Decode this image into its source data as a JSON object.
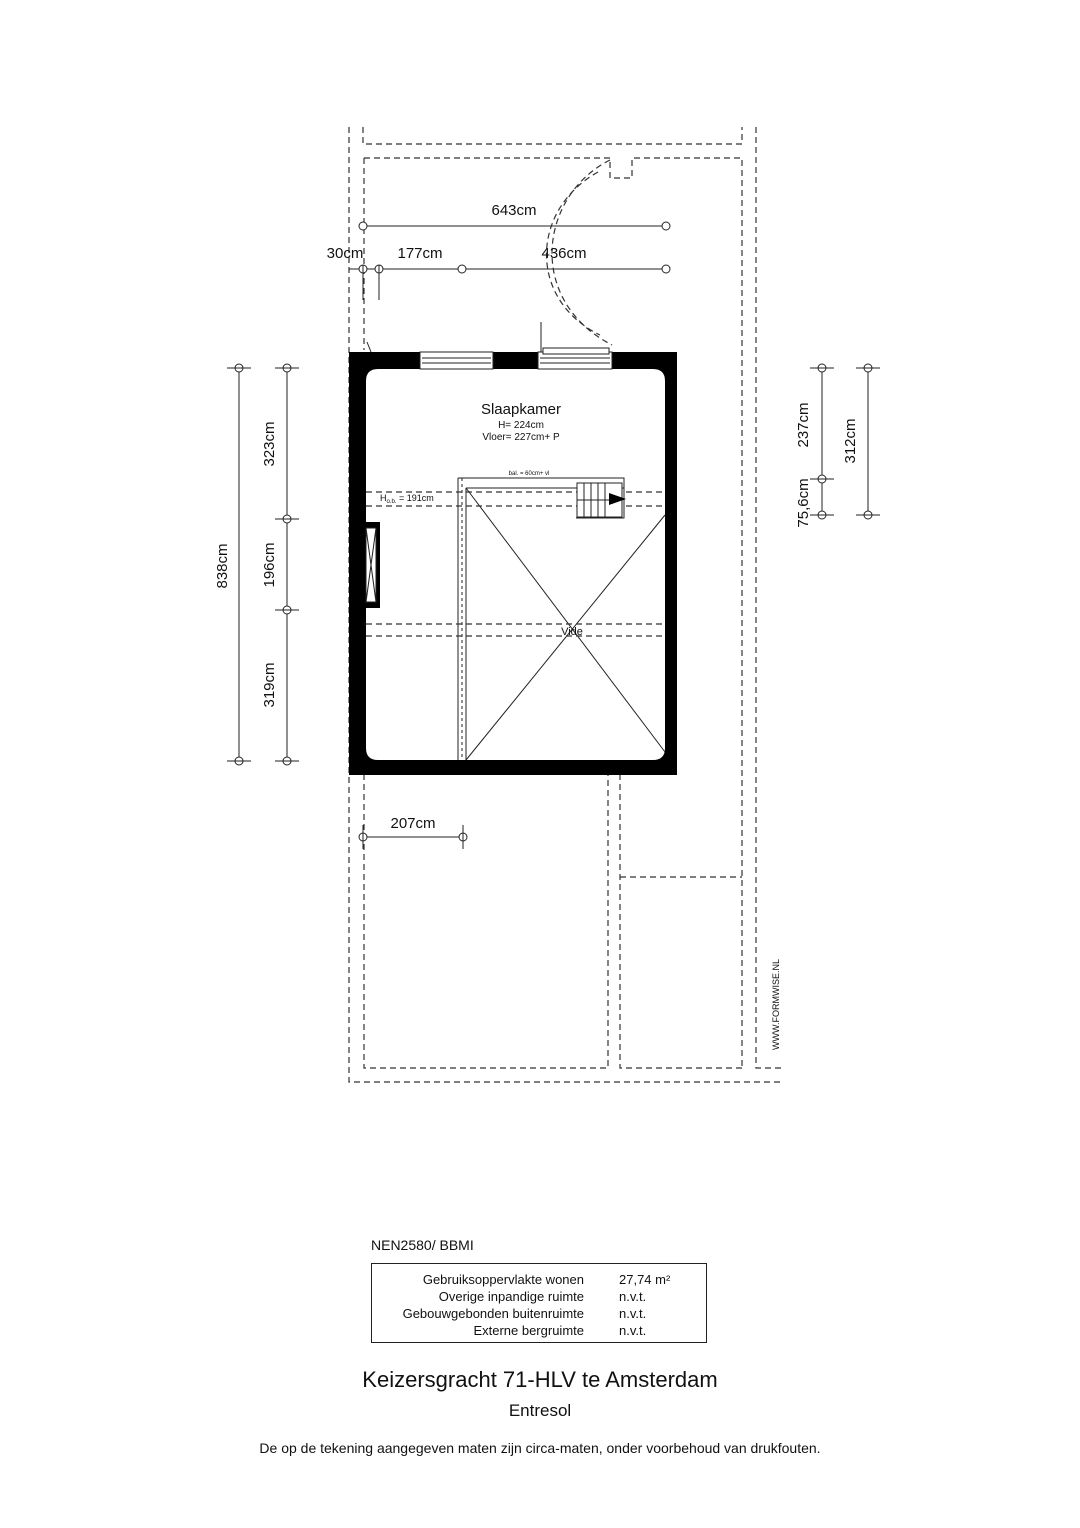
{
  "plan": {
    "room_name": "Slaapkamer",
    "room_height": "H= 224cm",
    "room_floor": "Vloer= 227cm+ P",
    "balustrade_note": "bal. = 60cm+ vl",
    "headroom_note": "H",
    "headroom_sub": "o.b.",
    "headroom_value": " = 191cm",
    "void_label": "Vide",
    "watermark": "WWW.FORMWISE.NL"
  },
  "dimensions": {
    "top_total": "643cm",
    "top_a": "30cm",
    "top_b": "177cm",
    "top_c": "436cm",
    "left_total": "838cm",
    "left_a": "323cm",
    "left_b": "196cm",
    "left_c": "319cm",
    "right_a": "237cm",
    "right_b": "75,6cm",
    "right_total": "312cm",
    "bottom": "207cm"
  },
  "legend": {
    "standard": "NEN2580/ BBMI",
    "rows": [
      {
        "label": "Gebruiksoppervlakte wonen",
        "value": "27,74 m²"
      },
      {
        "label": "Overige inpandige ruimte",
        "value": "n.v.t."
      },
      {
        "label": "Gebouwgebonden buitenruimte",
        "value": "n.v.t."
      },
      {
        "label": "Externe bergruimte",
        "value": "n.v.t."
      }
    ]
  },
  "title": "Keizersgracht 71-HLV te Amsterdam",
  "subtitle": "Entresol",
  "disclaimer": "De op de tekening aangegeven maten zijn circa-maten, onder voorbehoud van drukfouten."
}
